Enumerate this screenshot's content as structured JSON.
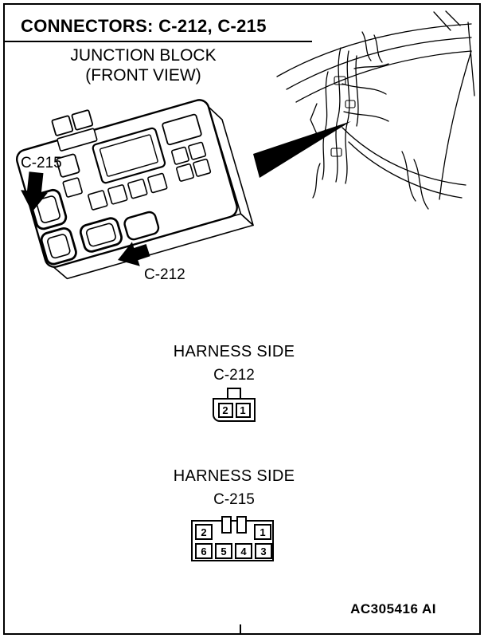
{
  "header": {
    "title": "CONNECTORS: C-212, C-215",
    "subtitle1": "JUNCTION BLOCK",
    "subtitle2": "(FRONT VIEW)"
  },
  "diagram": {
    "c215_label": "C-215",
    "c212_label": "C-212"
  },
  "harness_c212": {
    "title": "HARNESS SIDE",
    "name": "C-212",
    "pins": [
      "2",
      "1"
    ]
  },
  "harness_c215": {
    "title": "HARNESS SIDE",
    "name": "C-215",
    "row1": [
      "2",
      "1"
    ],
    "row2": [
      "6",
      "5",
      "4",
      "3"
    ]
  },
  "footer": {
    "figure_code": "AC305416 AI"
  },
  "colors": {
    "ink": "#000000",
    "paper": "#ffffff"
  }
}
